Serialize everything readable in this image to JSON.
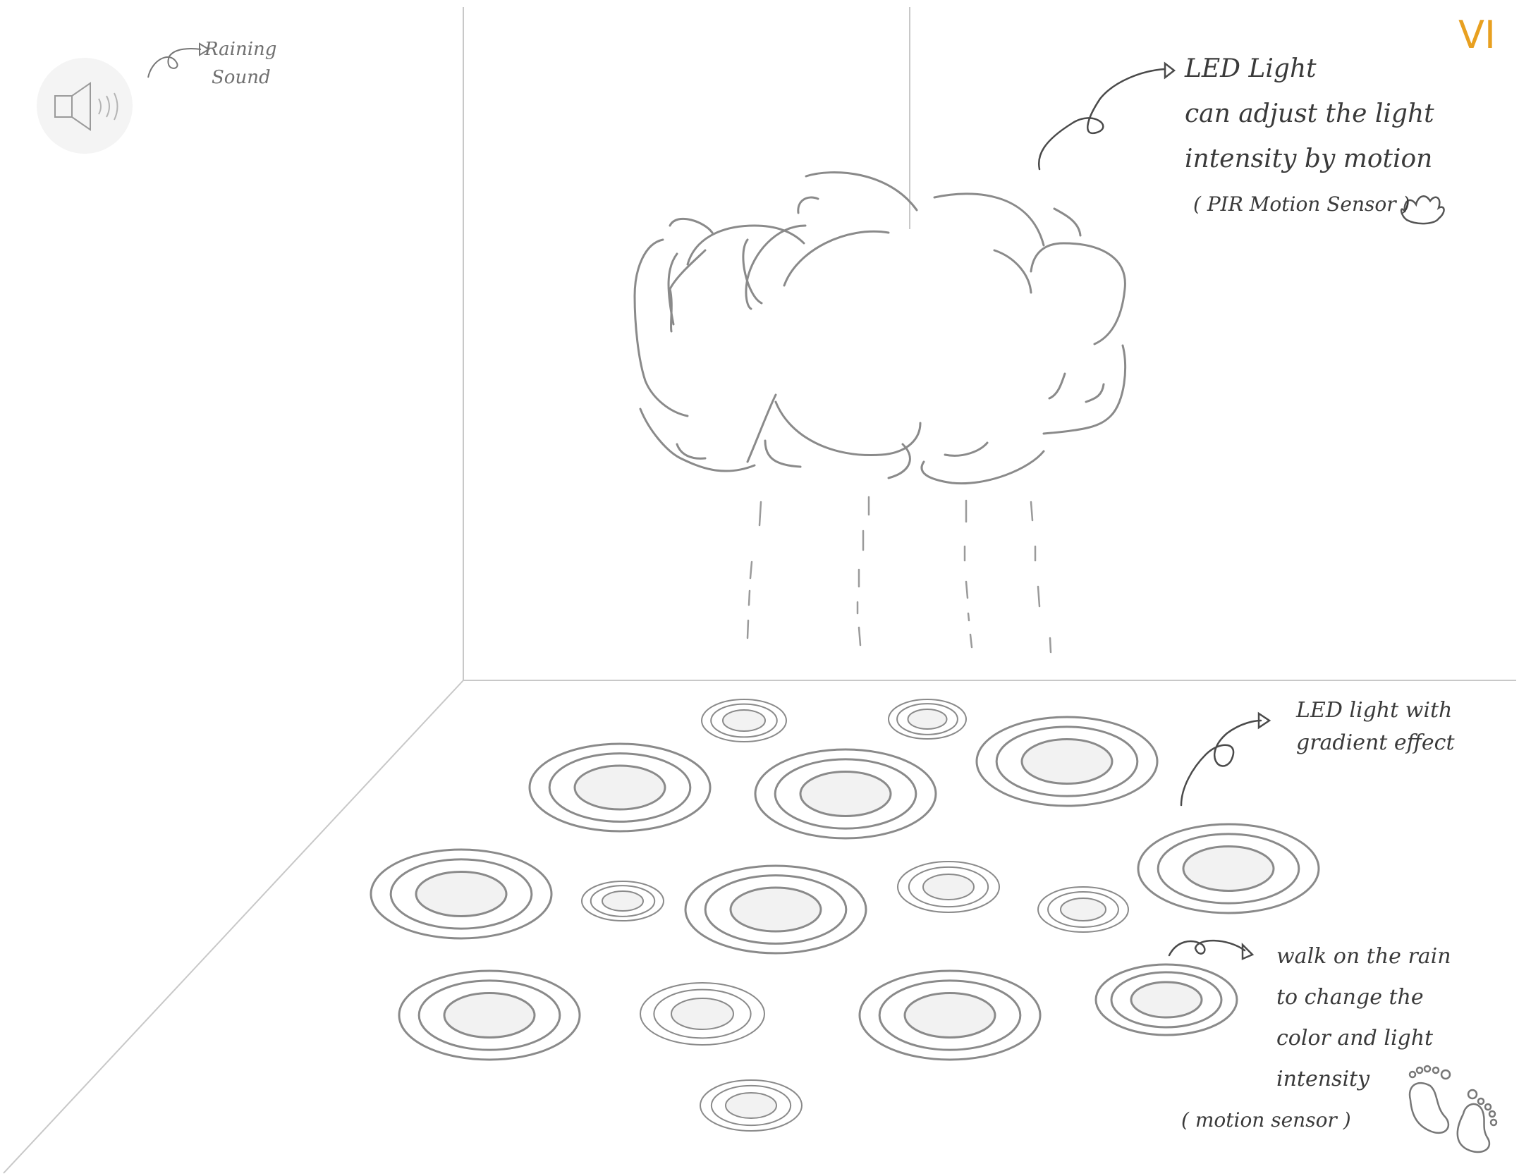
{
  "version_label": "VI",
  "speaker": {
    "icon": "speaker-icon",
    "note": [
      "Raining",
      "Sound"
    ]
  },
  "cloud_note": [
    "LED Light",
    "can adjust the light",
    "intensity by motion",
    "( PIR Motion Sensor )"
  ],
  "cloud_note_icon": "hand-icon",
  "floor_note": [
    "LED light with",
    "gradient effect"
  ],
  "walk_note": [
    "walk on the rain",
    "to change the",
    "color and light",
    "intensity"
  ],
  "walk_sensor": "( motion sensor )",
  "walk_note_icon": "footprints-icon",
  "colors": {
    "line": "#8a8a8a",
    "light_fill": "#f2f2f2",
    "accent": "#e8a020",
    "ink": "#3a3a3a"
  }
}
